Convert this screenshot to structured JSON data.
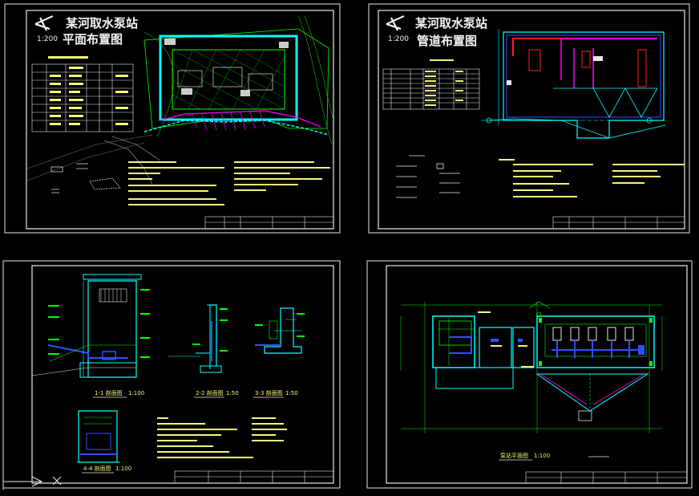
{
  "sheets": [
    {
      "title": "某河取水泵站",
      "subtitle": "平面布置图",
      "scale": "1:200"
    },
    {
      "title": "某河取水泵站",
      "subtitle": "管道布置图",
      "scale": "1:200"
    },
    {
      "caption_a": "1-1 剖面图",
      "scale_a": "1:100",
      "caption_b": "2-2 剖面图",
      "scale_b": "1:50",
      "caption_c": "3-3 剖面图",
      "scale_c": "1:50",
      "caption_d": "4-4 剖面图",
      "scale_d": "1:100"
    },
    {
      "caption": "泵站平面图",
      "scale": "1:100"
    }
  ],
  "colors": {
    "frame": "#e8e8e8",
    "wall": "#00ffff",
    "pipe": "#ff00ff",
    "text": "#f5f57a",
    "green": "#00ff00",
    "blue": "#3050ff",
    "red": "#ff2020"
  },
  "icons": [
    "north-arrow-icon",
    "ucs-icon"
  ]
}
